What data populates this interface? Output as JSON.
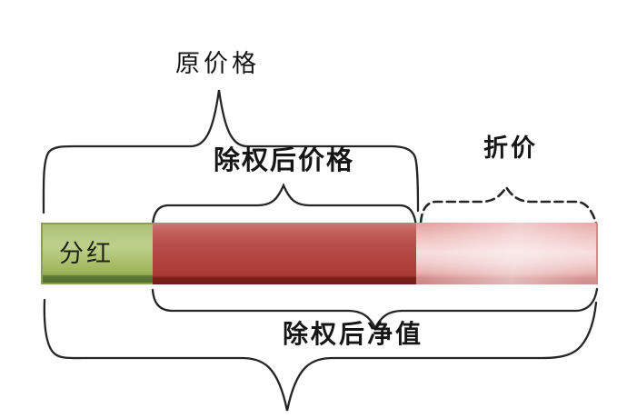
{
  "diagram": {
    "type": "annotated-bar",
    "background": "#ffffff",
    "stroke_color": "#262626",
    "segments": [
      {
        "id": "dividend",
        "label": "分红",
        "fill": "#aec272",
        "border": "#87a055",
        "bottom_stripe": "#546f2e"
      },
      {
        "id": "ex_rights_price",
        "label": "",
        "fill": "#b34642",
        "border": "#b34642",
        "bottom_stripe": "#701e1a"
      },
      {
        "id": "discount",
        "label": "",
        "fill": "#f7dedd",
        "border": "#d08c89",
        "bottom_stripe": "#ca8785"
      }
    ],
    "annotations": [
      {
        "id": "original_price",
        "label": "原价格",
        "brace": "solid",
        "direction": "up",
        "spans": [
          "dividend",
          "ex_rights_price"
        ]
      },
      {
        "id": "ex_rights_price",
        "label": "除权后价格",
        "brace": "solid",
        "direction": "up",
        "spans": [
          "ex_rights_price"
        ]
      },
      {
        "id": "discount",
        "label": "折价",
        "brace": "dashed",
        "direction": "up",
        "spans": [
          "discount"
        ]
      },
      {
        "id": "ex_rights_net_value",
        "label": "除权后净值",
        "brace": "solid",
        "direction": "down",
        "spans": [
          "ex_rights_price",
          "discount"
        ]
      },
      {
        "id": "total",
        "label": "",
        "brace": "solid",
        "direction": "down",
        "spans": [
          "dividend",
          "ex_rights_price",
          "discount"
        ]
      }
    ]
  }
}
